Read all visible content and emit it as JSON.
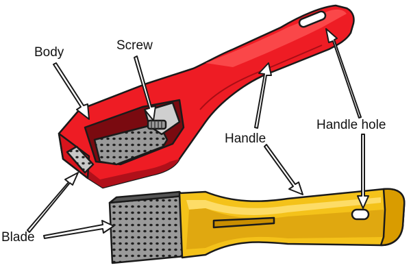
{
  "labels": {
    "body": "Body",
    "screw": "Screw",
    "handle_red": "Handle",
    "handle_hole": "Handle hole",
    "blade": "Blade"
  },
  "colors": {
    "red_body": "#ee1c24",
    "red_dark": "#b0101a",
    "red_light": "#ff6a6a",
    "yellow_body": "#f4c21a",
    "yellow_dark": "#c98e00",
    "yellow_light": "#ffe27a",
    "blade_grey": "#8e8e8e",
    "blade_dark": "#3a3a3a",
    "outline": "#1a1a1a"
  },
  "icons": {
    "red_tool": "shaper-tool-red-icon",
    "yellow_tool": "rasp-tool-yellow-icon",
    "screw": "screw-icon"
  }
}
